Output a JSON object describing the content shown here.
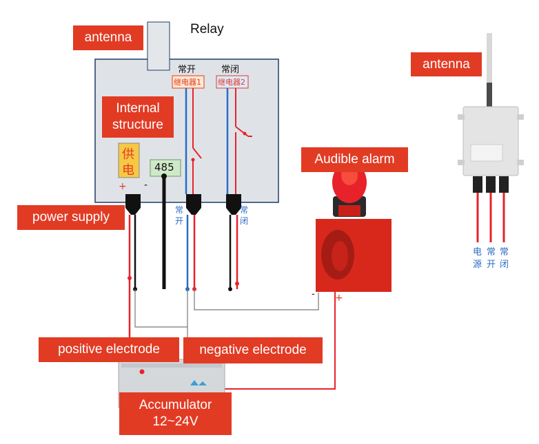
{
  "labels": {
    "antenna_left": "antenna",
    "relay": "Relay",
    "internal_structure": "Internal structure",
    "power_supply": "power supply",
    "audible_alarm": "Audible alarm",
    "antenna_right": "antenna",
    "positive_electrode": "positive electrode",
    "negative_electrode": "negative electrode",
    "accumulator_line1": "Accumulator",
    "accumulator_line2": "12~24V"
  },
  "relay_box": {
    "no_header": "常开",
    "nc_header": "常闭",
    "relay1": "继电器1",
    "relay2": "继电器2",
    "power_char1": "供",
    "power_char2": "电",
    "plus": "+",
    "minus": "-",
    "rs485": "485",
    "no_term_1": "常",
    "no_term_2": "开",
    "nc_term_1": "常",
    "nc_term_2": "闭"
  },
  "alarm": {
    "minus": "-",
    "plus": "+"
  },
  "device": {
    "wire_label_1a": "电",
    "wire_label_1b": "源",
    "wire_label_2a": "常",
    "wire_label_2b": "开",
    "wire_label_3a": "常",
    "wire_label_3b": "闭"
  },
  "colors": {
    "label_bg": "#e23b24",
    "box_fill": "#dfe3e8",
    "box_border": "#1f3b66",
    "wire_red": "#e8222a",
    "wire_black": "#111111",
    "wire_blue": "#2b6cc4",
    "alarm_red": "#d8281c"
  }
}
